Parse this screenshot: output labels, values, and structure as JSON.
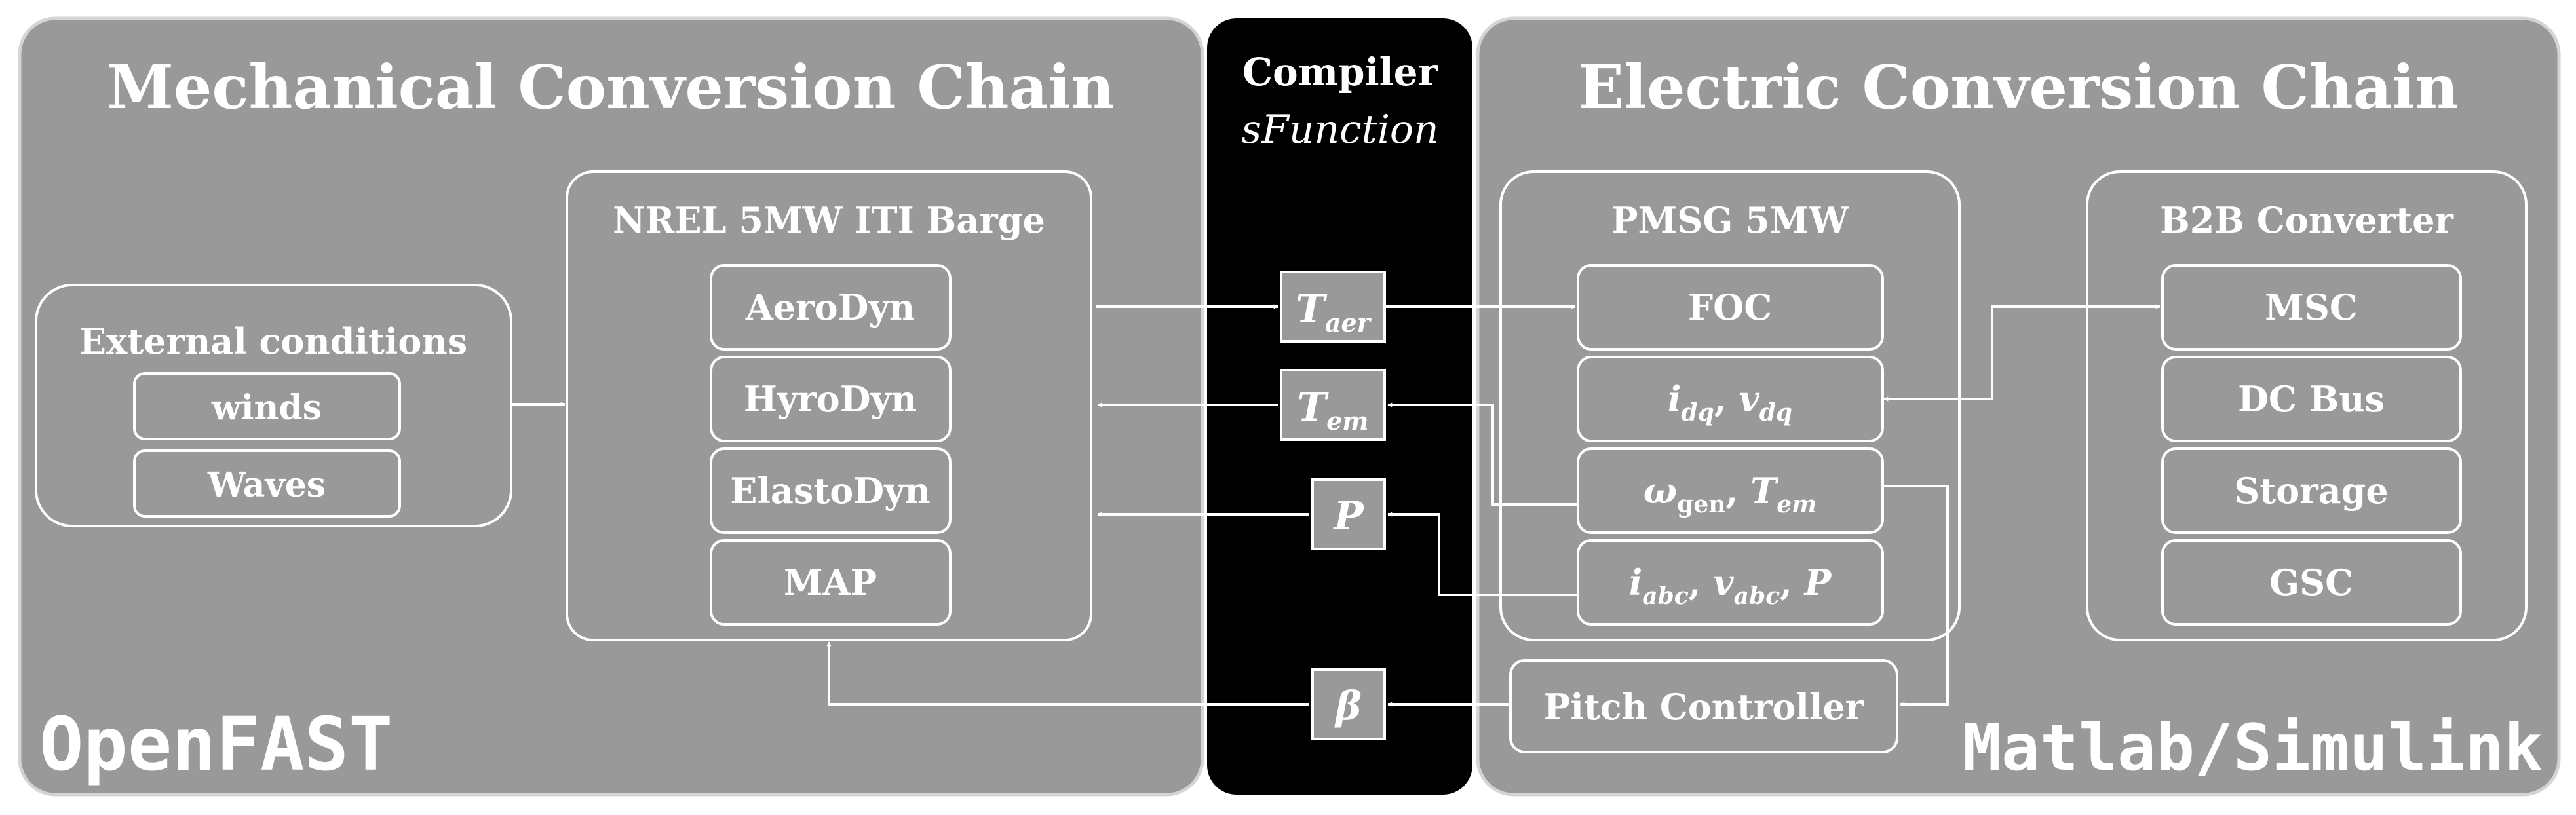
{
  "mechanical": {
    "title": "Mechanical Conversion Chain",
    "tool": "OpenFAST",
    "external": {
      "title": "External conditions",
      "items": [
        "winds",
        "Waves"
      ]
    },
    "nrel": {
      "title": "NREL 5MW ITI Barge",
      "modules": [
        "AeroDyn",
        "HyroDyn",
        "ElastoDyn",
        "MAP"
      ]
    }
  },
  "compiler": {
    "title": "Compiler",
    "subtitle": "sFunction"
  },
  "electric": {
    "title": "Electric Conversion Chain",
    "tool": "Matlab/Simulink",
    "pmsg": {
      "title": "PMSG 5MW",
      "foc": "FOC"
    },
    "b2b": {
      "title": "B2B Converter",
      "items": [
        "MSC",
        "DC Bus",
        "Storage",
        "GSC"
      ]
    },
    "pitch": "Pitch Controller"
  },
  "signals": {
    "taer": {
      "main": "T",
      "sub": "aer"
    },
    "tem": {
      "main": "T",
      "sub": "em"
    },
    "p": "P",
    "beta": "β",
    "idq": {
      "i": "i",
      "i_sub": "dq",
      "sep": ", ",
      "v": "v",
      "v_sub": "dq"
    },
    "omega": {
      "w": "ω",
      "w_sub": "gen",
      "sep": ", ",
      "t": "T",
      "t_sub": "em"
    },
    "iabc": {
      "i": "i",
      "i_sub": "abc",
      "sep1": ", ",
      "v": "v",
      "v_sub": "abc",
      "sep2": ", ",
      "p": "P"
    }
  },
  "colors": {
    "panel": "#999999",
    "compiler": "#000000",
    "stroke": "#ffffff"
  }
}
